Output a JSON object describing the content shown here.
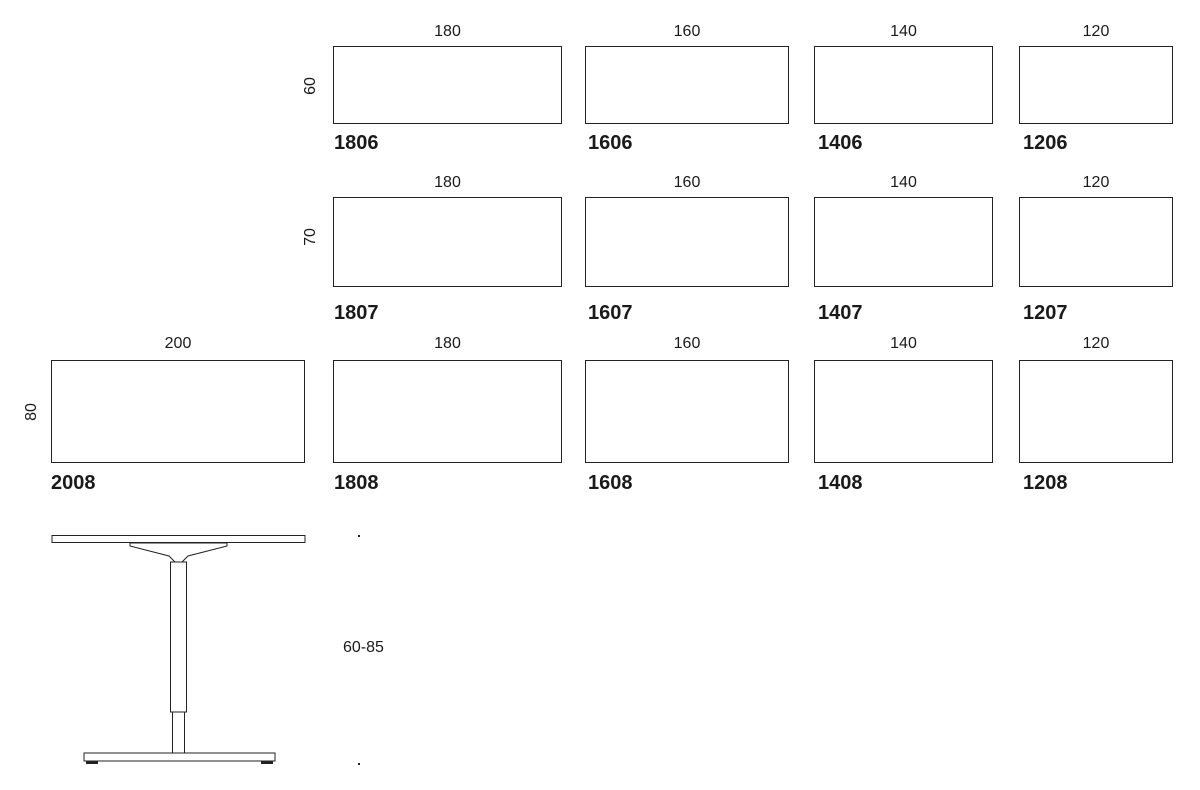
{
  "rows": [
    {
      "depth": "60",
      "tables": [
        {
          "width": "180",
          "code": "1806"
        },
        {
          "width": "160",
          "code": "1606"
        },
        {
          "width": "140",
          "code": "1406"
        },
        {
          "width": "120",
          "code": "1206"
        }
      ]
    },
    {
      "depth": "70",
      "tables": [
        {
          "width": "180",
          "code": "1807"
        },
        {
          "width": "160",
          "code": "1607"
        },
        {
          "width": "140",
          "code": "1407"
        },
        {
          "width": "120",
          "code": "1207"
        }
      ]
    },
    {
      "depth": "80",
      "tables": [
        {
          "width": "200",
          "code": "2008"
        },
        {
          "width": "180",
          "code": "1808"
        },
        {
          "width": "160",
          "code": "1608"
        },
        {
          "width": "140",
          "code": "1408"
        },
        {
          "width": "120",
          "code": "1208"
        }
      ]
    }
  ],
  "side_view": {
    "height_range": "60-85"
  }
}
